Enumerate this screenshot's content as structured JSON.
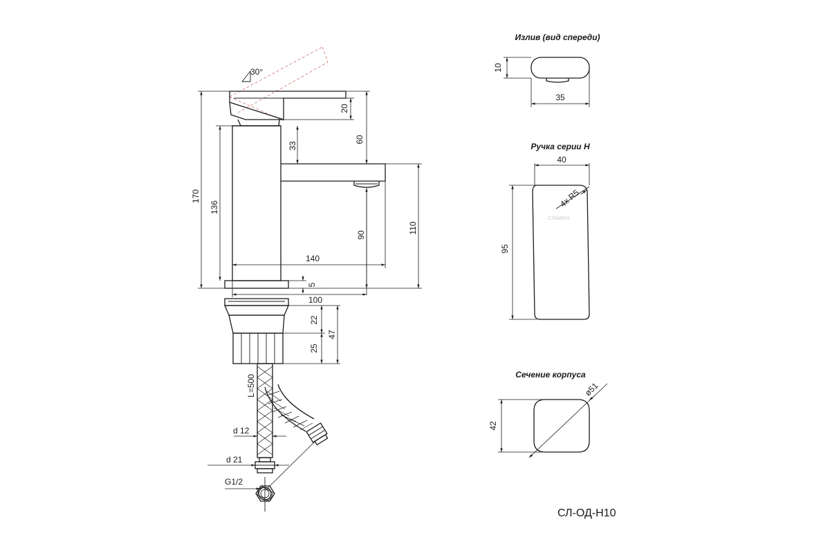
{
  "model_code": "СЛ-ОД-Н10",
  "views": {
    "spout_front_title": "Излив (вид спереди)",
    "handle_title": "Ручка серии Н",
    "section_title": "Сечение корпуса"
  },
  "dimensions": {
    "angle": "30°",
    "d170": "170",
    "d136": "136",
    "d20": "20",
    "d60": "60",
    "d33": "33",
    "d110": "110",
    "d90": "90",
    "d140": "140",
    "d5": "5",
    "d100": "100",
    "d22": "22",
    "d47": "47",
    "d25": "25",
    "hose_length": "L=500",
    "d12": "d 12",
    "d21": "d 21",
    "thread": "G1/2",
    "spout_h": "10",
    "spout_w": "35",
    "handle_w": "40",
    "handle_h": "95",
    "handle_radius": "4x R5",
    "section_h": "42",
    "section_diag": "ø51"
  },
  "watermark": "СЛАВЕН"
}
